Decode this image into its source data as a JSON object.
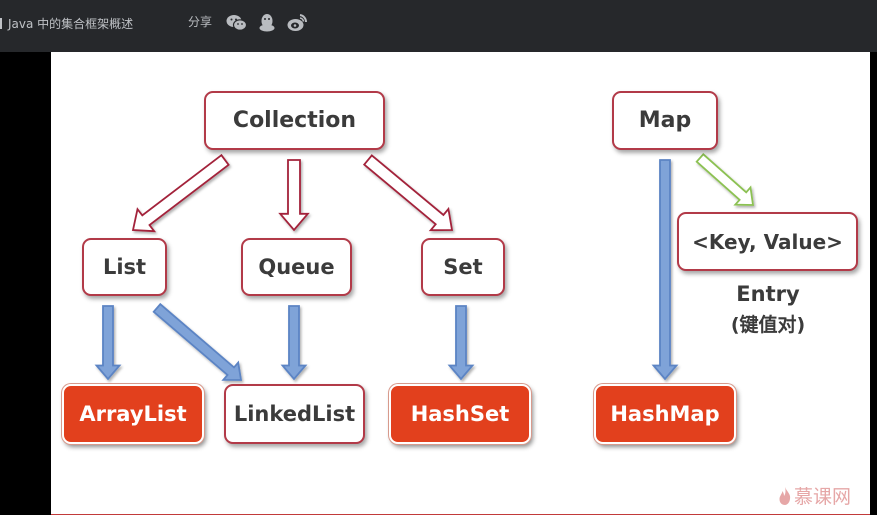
{
  "header": {
    "course_title": "Java 中的集合框架概述",
    "share_label": "分享",
    "share_icons": [
      "wechat-icon",
      "qq-icon",
      "weibo-icon"
    ]
  },
  "diagram": {
    "nodes": {
      "collection": "Collection",
      "list": "List",
      "queue": "Queue",
      "set": "Set",
      "arraylist": "ArrayList",
      "linkedlist": "LinkedList",
      "hashset": "HashSet",
      "map": "Map",
      "entry_box": "<Key, Value>",
      "hashmap": "HashMap"
    },
    "entry_caption": "Entry",
    "entry_subcaption": "(键值对)"
  },
  "watermark": "慕课网",
  "colors": {
    "header_bg": "#26282b",
    "outline_border": "#b23a48",
    "filled_node": "#e2401d",
    "red_arrow": "#a3243a",
    "blue_arrow": "#5b84c4",
    "green_arrow": "#8cc152"
  }
}
